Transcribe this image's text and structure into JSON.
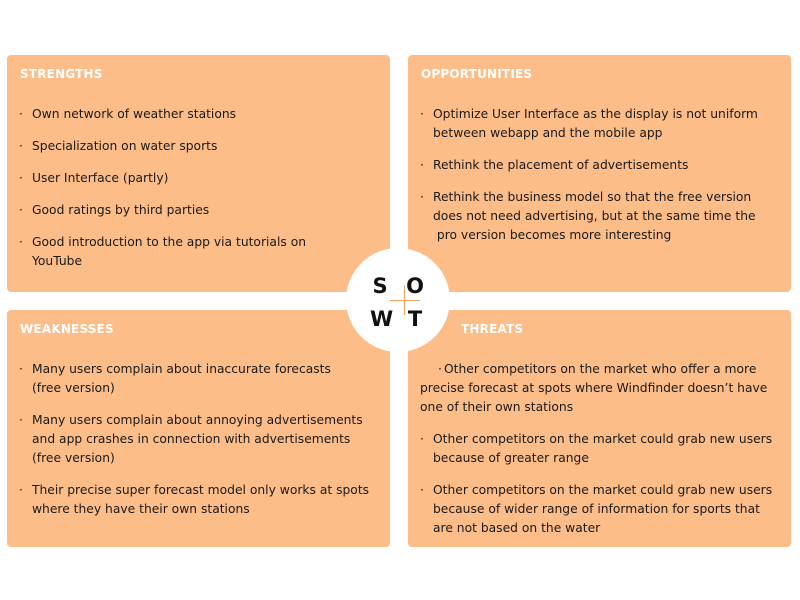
{
  "swot": {
    "strengths": {
      "title": "STRENGTHS",
      "items": [
        [
          "Own network of weather stations"
        ],
        [
          "Specialization on water sports"
        ],
        [
          "User Interface (partly)"
        ],
        [
          "Good ratings by third parties"
        ],
        [
          "Good introduction to the app via tutorials on",
          "YouTube"
        ]
      ]
    },
    "opportunities": {
      "title": "OPPORTUNITIES",
      "items": [
        [
          "Optimize User Interface as the display is not uniform",
          "between webapp and the mobile app"
        ],
        [
          "Rethink the placement of advertisements"
        ],
        [
          "Rethink the business model so that the free version",
          "does not need advertising, but at the same time the",
          " pro version becomes more interesting"
        ]
      ]
    },
    "weaknesses": {
      "title": "WEAKNESSES",
      "items": [
        [
          "Many users complain about inaccurate forecasts",
          "(free version)"
        ],
        [
          "Many users complain about annoying advertisements",
          "and app crashes in connection with advertisements",
          "(free version)"
        ],
        [
          "Their precise super forecast model only works at spots",
          "where they have their own stations"
        ]
      ]
    },
    "threats": {
      "title": "THREATS",
      "items": [
        [
          "Other competitors on the market who offer a more",
          "precise forecast at spots where Windfinder doesn’t have",
          "one of their own stations"
        ],
        [
          "Other competitors on the market could grab new users",
          "because of greater range"
        ],
        [
          "Other competitors on the market could grab new users",
          "because of wider range of information for sports that",
          "are not based on the water"
        ]
      ]
    },
    "center": {
      "s": "S",
      "o": "O",
      "w": "W",
      "t": "T"
    },
    "bullet": "·"
  }
}
